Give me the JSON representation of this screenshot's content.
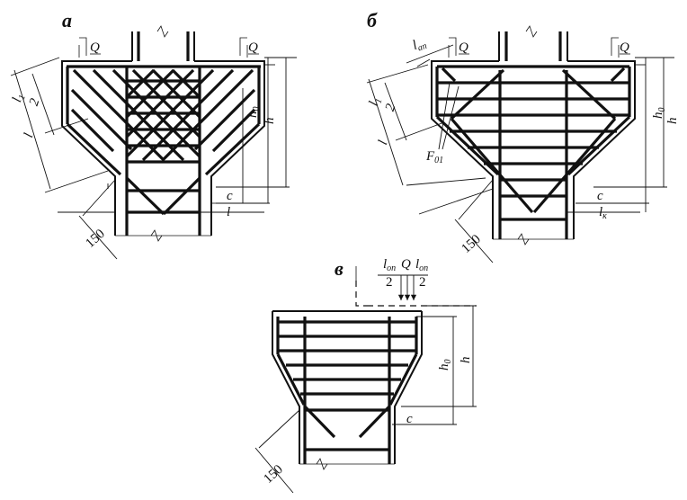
{
  "figure": {
    "panels": [
      {
        "id": "a",
        "label": "а",
        "load": "Q",
        "dimensions": {
          "l1_over_2_num": "l",
          "l1_over_2_sub": "1",
          "l1_over_2_den": "2",
          "l1": "l",
          "l1_sub": "1",
          "h0": "h",
          "h0_sub": "0",
          "h": "h",
          "c": "c",
          "l": "l",
          "cover": "150"
        }
      },
      {
        "id": "b",
        "label": "б",
        "load": "Q",
        "dimensions": {
          "lan": "l",
          "lan_sub": "an",
          "l1_over_2_num": "l",
          "l1_over_2_sub": "1",
          "l1_over_2_den": "2",
          "l1": "l",
          "l1_sub": "1",
          "F01": "F",
          "F01_sub": "01",
          "h0": "h",
          "h0_sub": "0",
          "h": "h",
          "c": "c",
          "lk": "l",
          "lk_sub": "к",
          "cover": "150"
        }
      },
      {
        "id": "v",
        "label": "в",
        "load": "Q",
        "dimensions": {
          "lon": "l",
          "lon_sub": "оп",
          "half": "2",
          "h0": "h",
          "h0_sub": "0",
          "h": "h",
          "c": "c",
          "cover": "150"
        }
      }
    ]
  }
}
